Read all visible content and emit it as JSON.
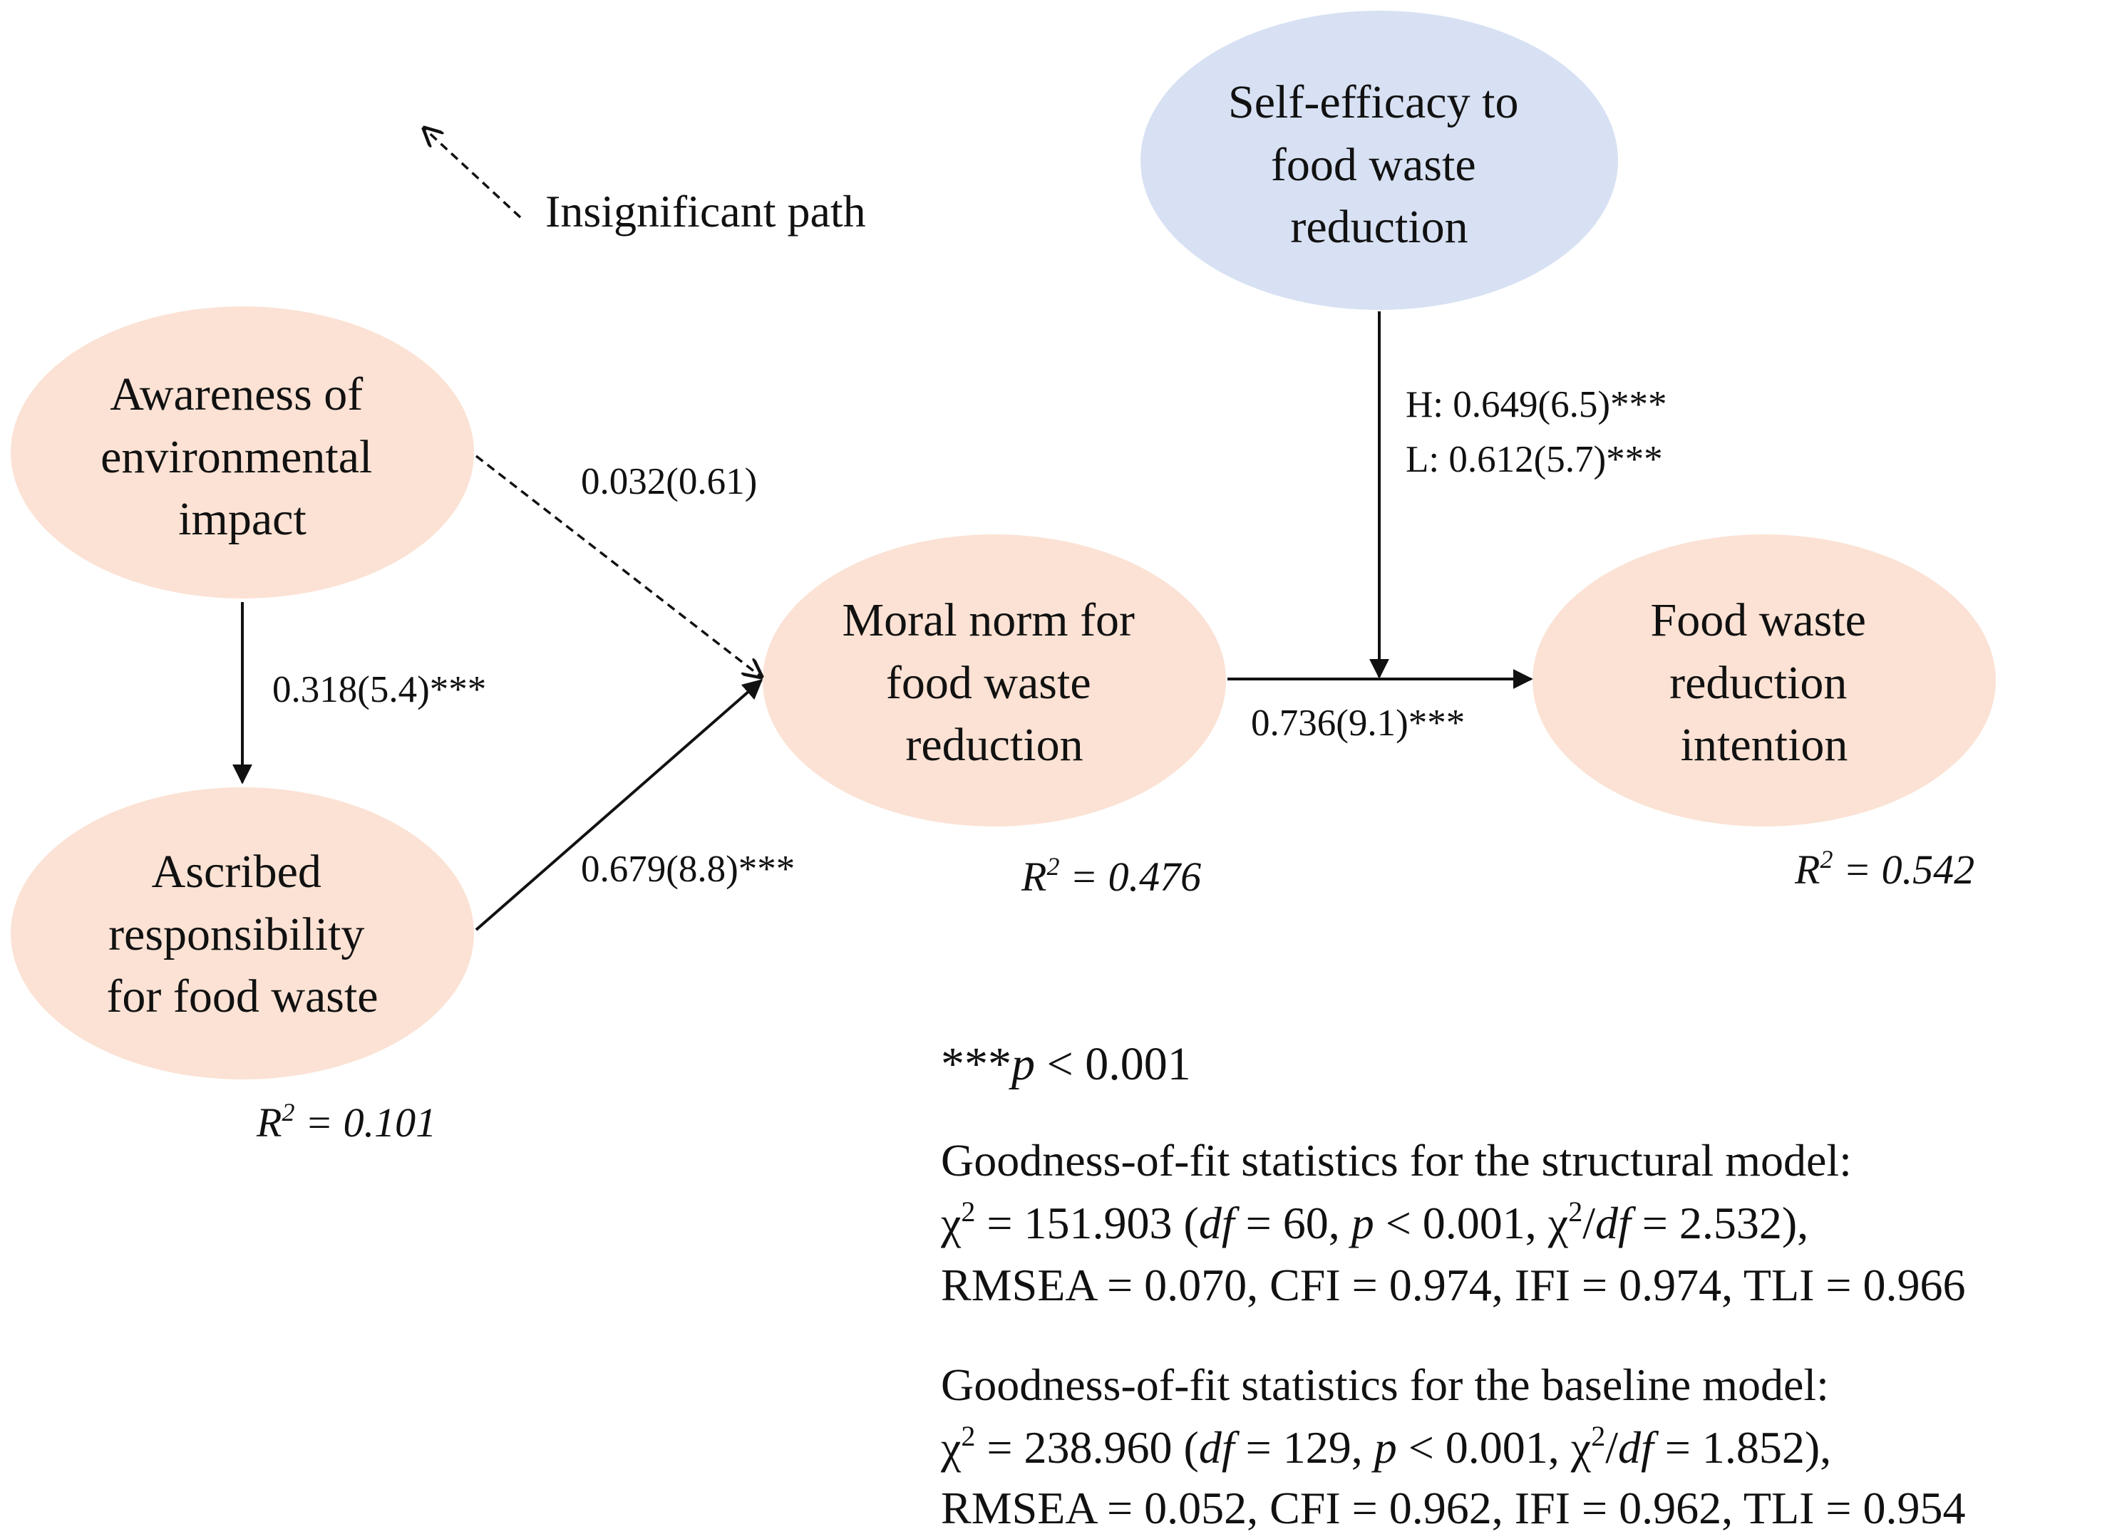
{
  "colors": {
    "node_fill": "#fbe2d4",
    "node_fill_moderator": "#d7e1f3",
    "line": "#111111"
  },
  "legend": {
    "dashed_label": "Insignificant path"
  },
  "nodes": {
    "awareness": {
      "lines": [
        "Awareness of",
        "environmental",
        "impact"
      ]
    },
    "ascribed": {
      "lines": [
        "Ascribed",
        "responsibility",
        "for food waste"
      ]
    },
    "moral": {
      "lines": [
        "Moral norm for",
        "food waste",
        "reduction"
      ]
    },
    "intention": {
      "lines": [
        "Food waste",
        "reduction",
        "intention"
      ]
    },
    "selfeff": {
      "lines": [
        "Self-efficacy to",
        "food waste",
        "reduction"
      ]
    }
  },
  "paths": {
    "awareness_to_ascribed": "0.318(5.4)***",
    "awareness_to_moral": "0.032(0.61)",
    "ascribed_to_moral": "0.679(8.8)***",
    "moral_to_intention": "0.736(9.1)***",
    "moderation_high": "H: 0.649(6.5)***",
    "moderation_low": "L: 0.612(5.7)***"
  },
  "r2": {
    "ascribed": {
      "label": "R",
      "sup": "2",
      "value": " = 0.101"
    },
    "moral": {
      "label": "R",
      "sup": "2",
      "value": " = 0.476"
    },
    "intention": {
      "label": "R",
      "sup": "2",
      "value": " = 0.542"
    }
  },
  "significance_note": {
    "stars": "***",
    "p": "p",
    "rest": " < 0.001"
  },
  "gof_structural": {
    "title": "Goodness-of-fit statistics for the structural model:",
    "chi": "χ",
    "chi_sup": "2",
    "chi_val": " = 151.903 (",
    "df": "df",
    "df_val": " = 60, ",
    "p": "p",
    "p_val": " < 0.001, χ",
    "ratio_sup": "2",
    "slash": "/",
    "df2": "df",
    "ratio_val": " = 2.532),",
    "fit_line": "RMSEA = 0.070, CFI = 0.974, IFI = 0.974, TLI = 0.966"
  },
  "gof_baseline": {
    "title": "Goodness-of-fit statistics for the baseline model:",
    "chi": "χ",
    "chi_sup": "2",
    "chi_val": " = 238.960 (",
    "df": "df",
    "df_val": " = 129, ",
    "p": "p",
    "p_val": " < 0.001, χ",
    "ratio_sup": "2",
    "slash": "/",
    "df2": "df",
    "ratio_val": " = 1.852),",
    "fit_line": "RMSEA = 0.052, CFI = 0.962, IFI = 0.962, TLI = 0.954"
  }
}
